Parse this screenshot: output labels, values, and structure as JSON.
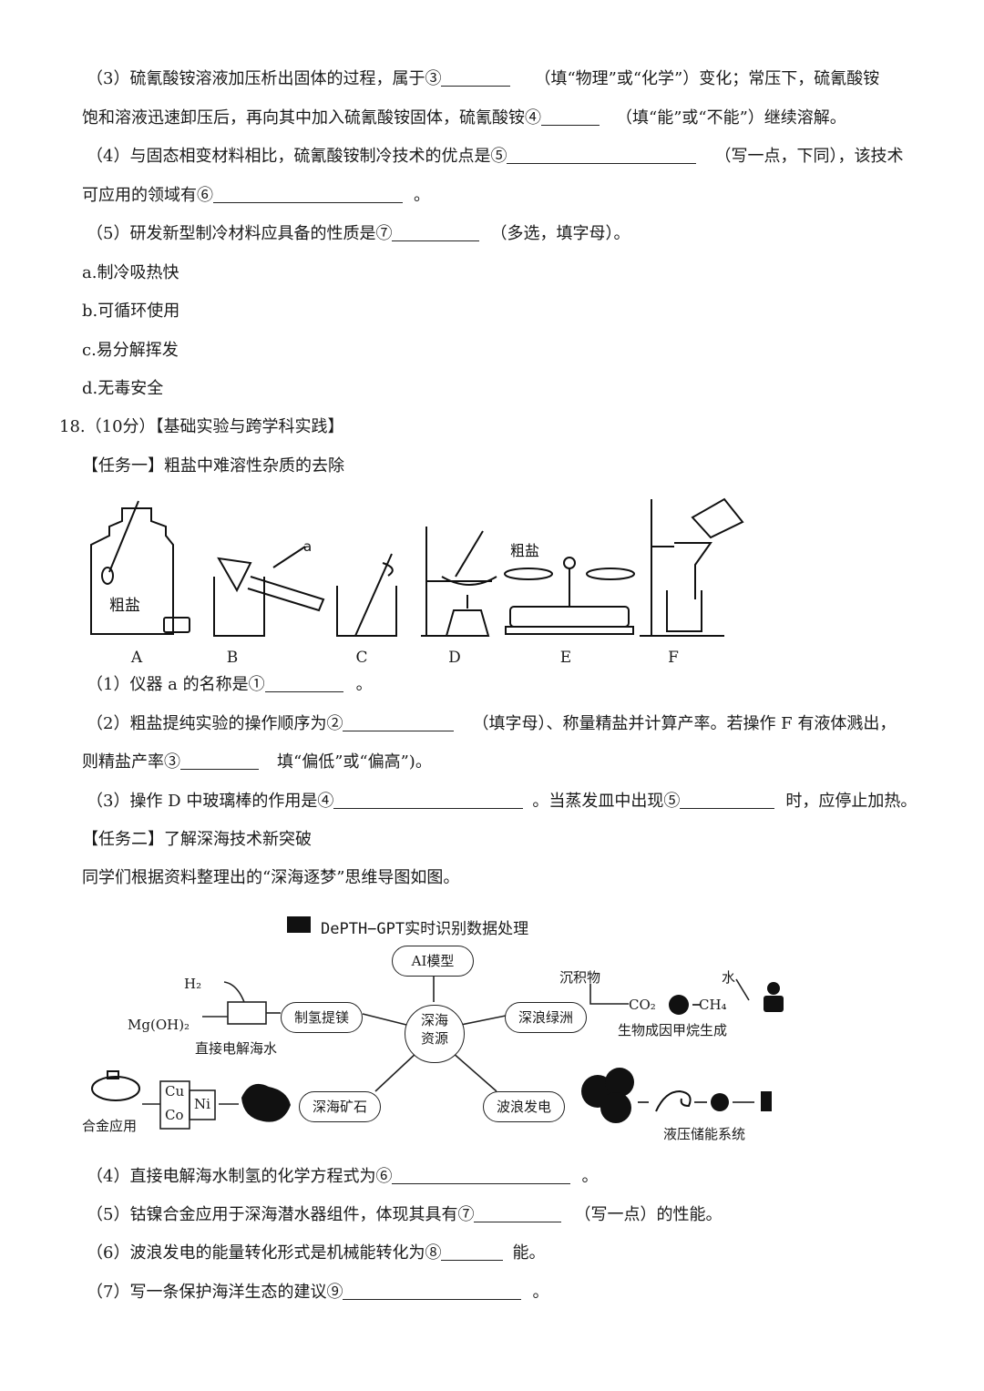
{
  "q17": {
    "p3a": "（3）硫氰酸铵溶液加压析出固体的过程，属于③",
    "p3b": "（填“物理”或“化学”）变化；常压下，硫氰酸铵",
    "p3c": "饱和溶液迅速卸压后，再向其中加入硫氰酸铵固体，硫氰酸铵④",
    "p3d": "（填“能”或“不能”）继续溶解。",
    "p4a": "（4）与固态相变材料相比，硫氰酸铵制冷技术的优点是⑤",
    "p4b": "（写一点，下同），该技术",
    "p4c": "可应用的领域有⑥",
    "p4d": "。",
    "p5a": "（5）研发新型制冷材料应具备的性质是⑦",
    "p5b": "（多选，填字母）。",
    "options": [
      "a.制冷吸热快",
      "b.可循环使用",
      "c.易分解挥发",
      "d.无毒安全"
    ]
  },
  "q18": {
    "header": "18.（10分）【基础实验与跨学科实践】",
    "task1": "【任务一】粗盐中难溶性杂质的去除",
    "figure_labels": [
      "A",
      "B",
      "C",
      "D",
      "E",
      "F"
    ],
    "label_crude_salt": "粗盐",
    "label_a": "a",
    "p1a": "（1）仪器 a 的名称是①",
    "p1b": "。",
    "p2a": "（2）粗盐提纯实验的操作顺序为②",
    "p2b": "（填字母）、称量精盐并计算产率。若操作 F 有液体溅出，",
    "p2c": "则精盐产率③",
    "p2d": "填“偏低”或“偏高”)。",
    "p3a": "（3）操作 D 中玻璃棒的作用是④",
    "p3b": "。当蒸发皿中出现⑤",
    "p3c": "时，应停止加热。",
    "task2": "【任务二】了解深海技术新突破",
    "intro": "同学们根据资料整理出的“深海逐梦”思维导图如图。",
    "mindmap": {
      "title": "DePTH−GPT实时识别数据处理",
      "center": "深海\n资源",
      "center_l1": "深海",
      "center_l2": "资源",
      "ai": "AI模型",
      "h2mg": "制氢提镁",
      "green": "深浪绿洲",
      "ore": "深海矿石",
      "wave": "波浪发电",
      "h2": "H₂",
      "mgoh2": "Mg(OH)₂",
      "electrolysis": "直接电解海水",
      "sediment": "沉积物",
      "co2": "CO₂",
      "ch4": "CH₄",
      "water": "水",
      "methane": "生物成因甲烷生成",
      "cu": "Cu",
      "co": "Co",
      "ni": "Ni",
      "alloy": "合金应用",
      "hydraulic": "液压储能系统"
    },
    "p4a": "（4）直接电解海水制氢的化学方程式为⑥",
    "p4b": "。",
    "p5a": "（5）钴镍合金应用于深海潜水器组件，体现其具有⑦",
    "p5b": "（写一点）的性能。",
    "p6a": "（6）波浪发电的能量转化形式是机械能转化为⑧",
    "p6b": "能。",
    "p7a": "（7）写一条保护海洋生态的建议⑨",
    "p7b": "。"
  }
}
